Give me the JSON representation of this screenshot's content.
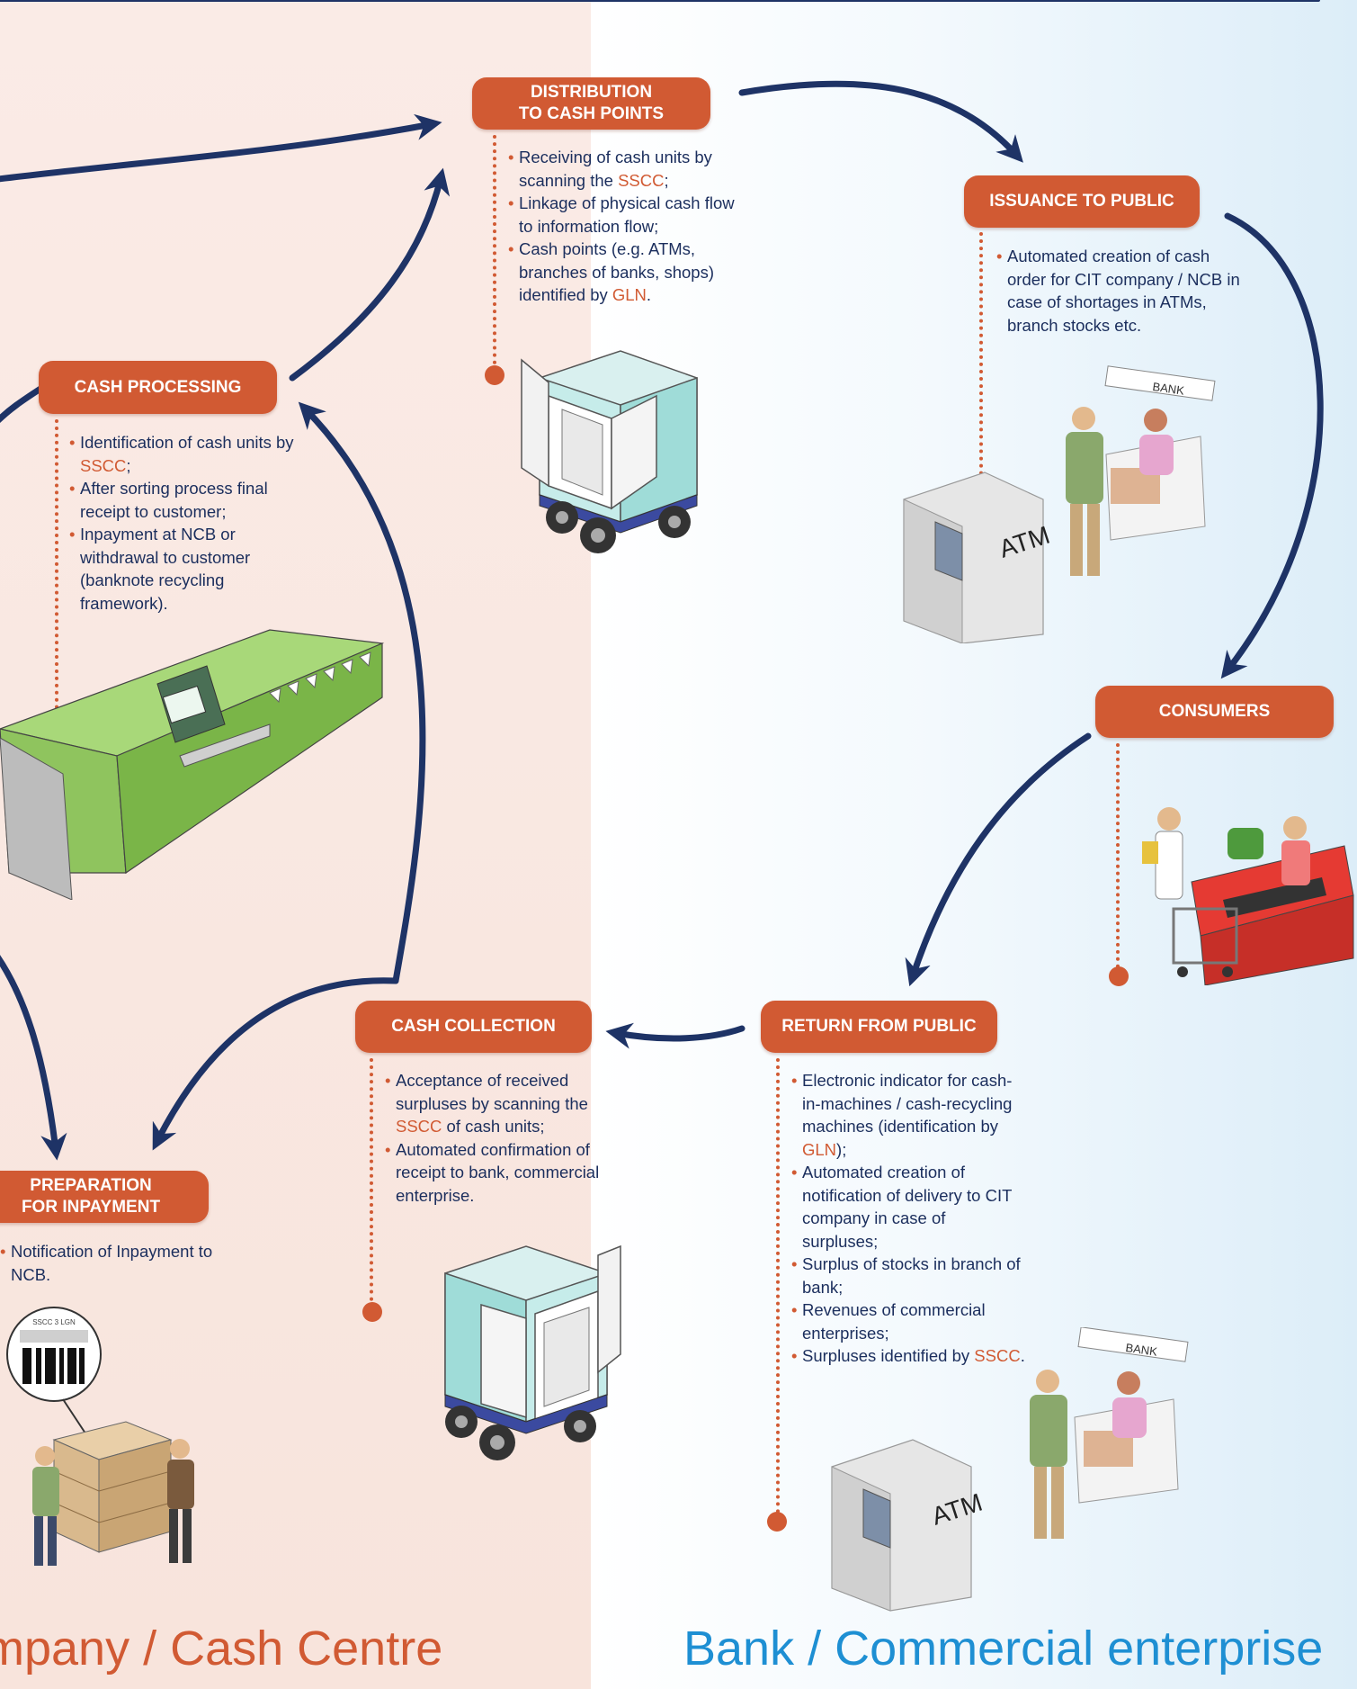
{
  "colors": {
    "accent": "#d15a33",
    "arrow": "#1e3366",
    "text": "#1b2e5d",
    "footer_right": "#1e8fd3",
    "bg_left": "#faebe6",
    "bg_right": "#e8f4fb"
  },
  "stages": {
    "distribution": {
      "title_lines": [
        "DISTRIBUTION",
        "TO CASH POINTS"
      ],
      "bullets": [
        [
          {
            "t": "Receiving of cash units by scanning the "
          },
          {
            "t": "SSCC",
            "hl": true
          },
          {
            "t": ";"
          }
        ],
        [
          {
            "t": "Linkage of physical cash flow to information flow;"
          }
        ],
        [
          {
            "t": "Cash points (e.g. ATMs, branches of banks, shops) identified by "
          },
          {
            "t": "GLN",
            "hl": true
          },
          {
            "t": "."
          }
        ]
      ]
    },
    "issuance": {
      "title_lines": [
        "ISSUANCE TO PUBLIC"
      ],
      "bullets": [
        [
          {
            "t": "Automated creation of cash order for CIT company / NCB in case of shortages in ATMs, branch stocks etc."
          }
        ]
      ]
    },
    "cash_processing": {
      "title_lines": [
        "CASH PROCESSING"
      ],
      "bullets": [
        [
          {
            "t": "Identification of cash units by "
          },
          {
            "t": "SSCC",
            "hl": true
          },
          {
            "t": ";"
          }
        ],
        [
          {
            "t": "After sorting process final receipt to customer;"
          }
        ],
        [
          {
            "t": "Inpayment at NCB or withdrawal to customer (banknote recycling framework)."
          }
        ]
      ]
    },
    "consumers": {
      "title_lines": [
        "CONSUMERS"
      ],
      "bullets": []
    },
    "cash_collection": {
      "title_lines": [
        "CASH COLLECTION"
      ],
      "bullets": [
        [
          {
            "t": "Acceptance of received surpluses by scanning the "
          },
          {
            "t": "SSCC",
            "hl": true
          },
          {
            "t": " of cash units;"
          }
        ],
        [
          {
            "t": "Automated confirmation of receipt  to bank, commercial enterprise."
          }
        ]
      ]
    },
    "return": {
      "title_lines": [
        "RETURN FROM PUBLIC"
      ],
      "bullets": [
        [
          {
            "t": "Electronic indicator for cash-in-machines / cash-recycling machines (identification by "
          },
          {
            "t": "GLN",
            "hl": true
          },
          {
            "t": ");"
          }
        ],
        [
          {
            "t": "Automated creation of notification of delivery to CIT company in case of surpluses;"
          }
        ],
        [
          {
            "t": "Surplus of stocks in branch of bank;"
          }
        ],
        [
          {
            "t": "Revenues of commercial enterprises;"
          }
        ],
        [
          {
            "t": "Surpluses identified by "
          },
          {
            "t": "SSCC",
            "hl": true
          },
          {
            "t": "."
          }
        ]
      ]
    },
    "preparation": {
      "title_lines": [
        "PREPARATION",
        "FOR INPAYMENT"
      ],
      "bullets": [
        [
          {
            "t": "Notification of Inpayment to NCB."
          }
        ]
      ]
    }
  },
  "illustrations": {
    "atm_label": "ATM",
    "bank_sign": "BANK",
    "barcode_header": "SSCC 3 LGN"
  },
  "footer": {
    "left": "mpany / Cash Centre",
    "right": "Bank / Commercial enterprise"
  }
}
